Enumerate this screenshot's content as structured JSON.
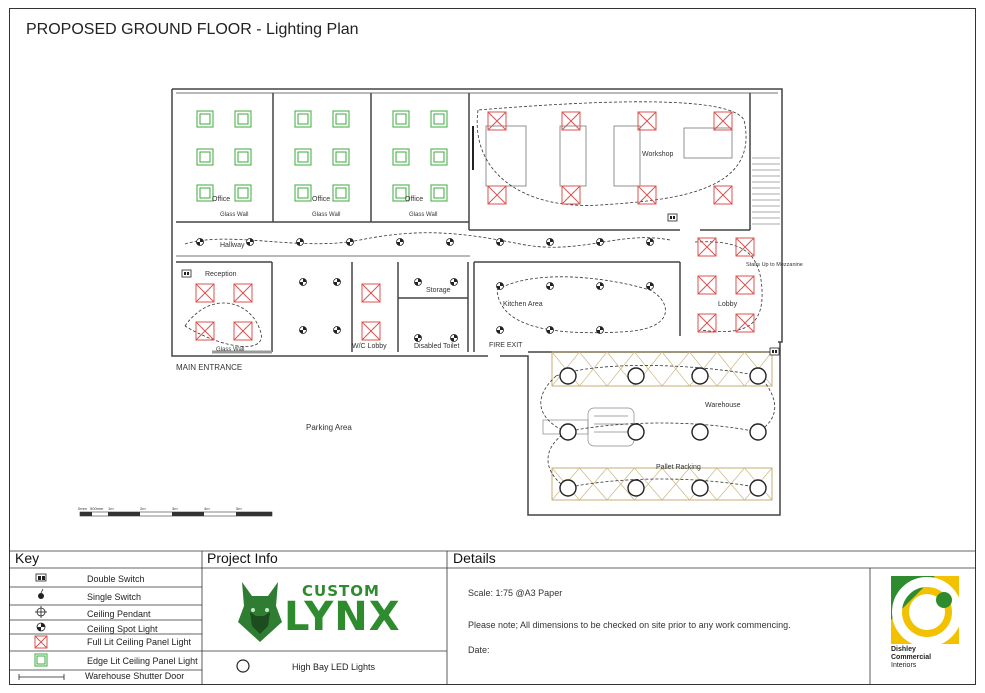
{
  "sheet_title": "PROPOSED GROUND FLOOR - Lighting Plan",
  "rooms": {
    "office": "Office",
    "glass_wall": "Glass Wall",
    "workshop": "Workshop",
    "hallway": "Hallway",
    "reception": "Reception",
    "storage": "Storage",
    "kitchen": "Kitchen Area",
    "lobby": "Lobby",
    "stairs": "Stairs Up to Mezzanine",
    "wc_lobby": "W/C Lobby",
    "disabled_toilet": "Disabled Toilet",
    "fire_exit": "FIRE EXIT",
    "main_entrance": "MAIN ENTRANCE",
    "parking": "Parking Area",
    "warehouse": "Warehouse",
    "pallet_racking": "Pallet Racking"
  },
  "scale_bar": [
    "0mm",
    "500mm",
    "1m",
    "2m",
    "3m",
    "4m",
    "5m"
  ],
  "panels": {
    "key": "Key",
    "project_info": "Project Info",
    "details": "Details"
  },
  "key_items": [
    {
      "label": "Double Switch",
      "icon": "double-switch-icon"
    },
    {
      "label": "Single Switch",
      "icon": "single-switch-icon"
    },
    {
      "label": "Ceiling Pendant",
      "icon": "ceiling-pendant-icon"
    },
    {
      "label": "Ceiling Spot Light",
      "icon": "ceiling-spot-icon"
    },
    {
      "label": "Full Lit Ceiling Panel Light",
      "icon": "full-lit-panel-icon"
    },
    {
      "label": "Edge Lit Ceiling Panel Light",
      "icon": "edge-lit-panel-icon"
    },
    {
      "label": "Warehouse Shutter Door",
      "icon": "shutter-door-icon"
    }
  ],
  "high_bay": {
    "label": "High Bay LED Lights",
    "icon": "high-bay-icon"
  },
  "project_logo": {
    "line1": "CUSTOM",
    "line2": "LYNX"
  },
  "details": {
    "scale": "Scale: 1:75 @A3 Paper",
    "note": "Please note; All dimensions to be checked on site prior to any work commencing.",
    "date": "Date:"
  },
  "company": {
    "line1": "Dishley",
    "line2": "Commercial",
    "line3": "Interiors"
  },
  "colors": {
    "full_panel": "#d9534f",
    "edge_panel": "#3cab3c",
    "logo_green": "#2e8b2e",
    "racking": "#c8b27a"
  }
}
